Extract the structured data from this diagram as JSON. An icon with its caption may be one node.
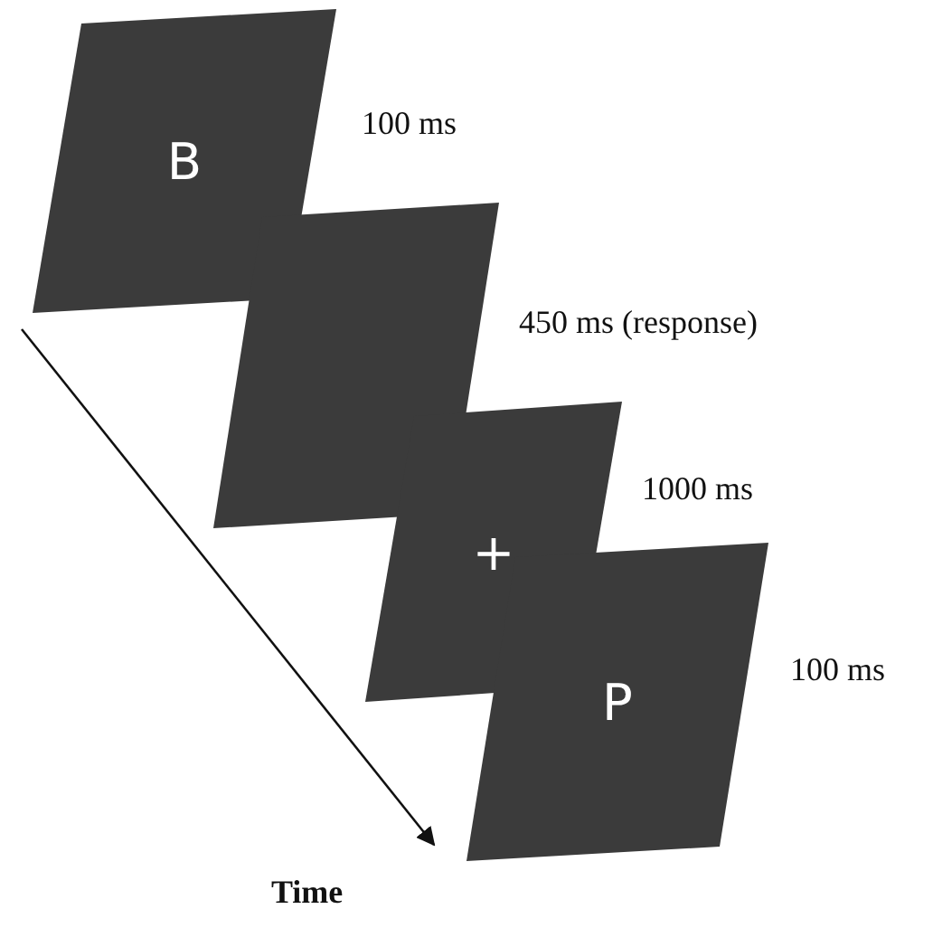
{
  "diagram": {
    "nodes": [
      {
        "text": [
          "B"
        ],
        "beside": [
          "100 ms"
        ]
      },
      {
        "text": [],
        "shape": "box",
        "beside": [
          "450 ms (response)"
        ]
      },
      {
        "text": [
          "+"
        ],
        "beside": [
          "1000 ms"
        ]
      },
      {
        "text": [
          "P"
        ],
        "beside": [
          "100 ms"
        ]
      }
    ],
    "labels": [
      "Time"
    ]
  }
}
